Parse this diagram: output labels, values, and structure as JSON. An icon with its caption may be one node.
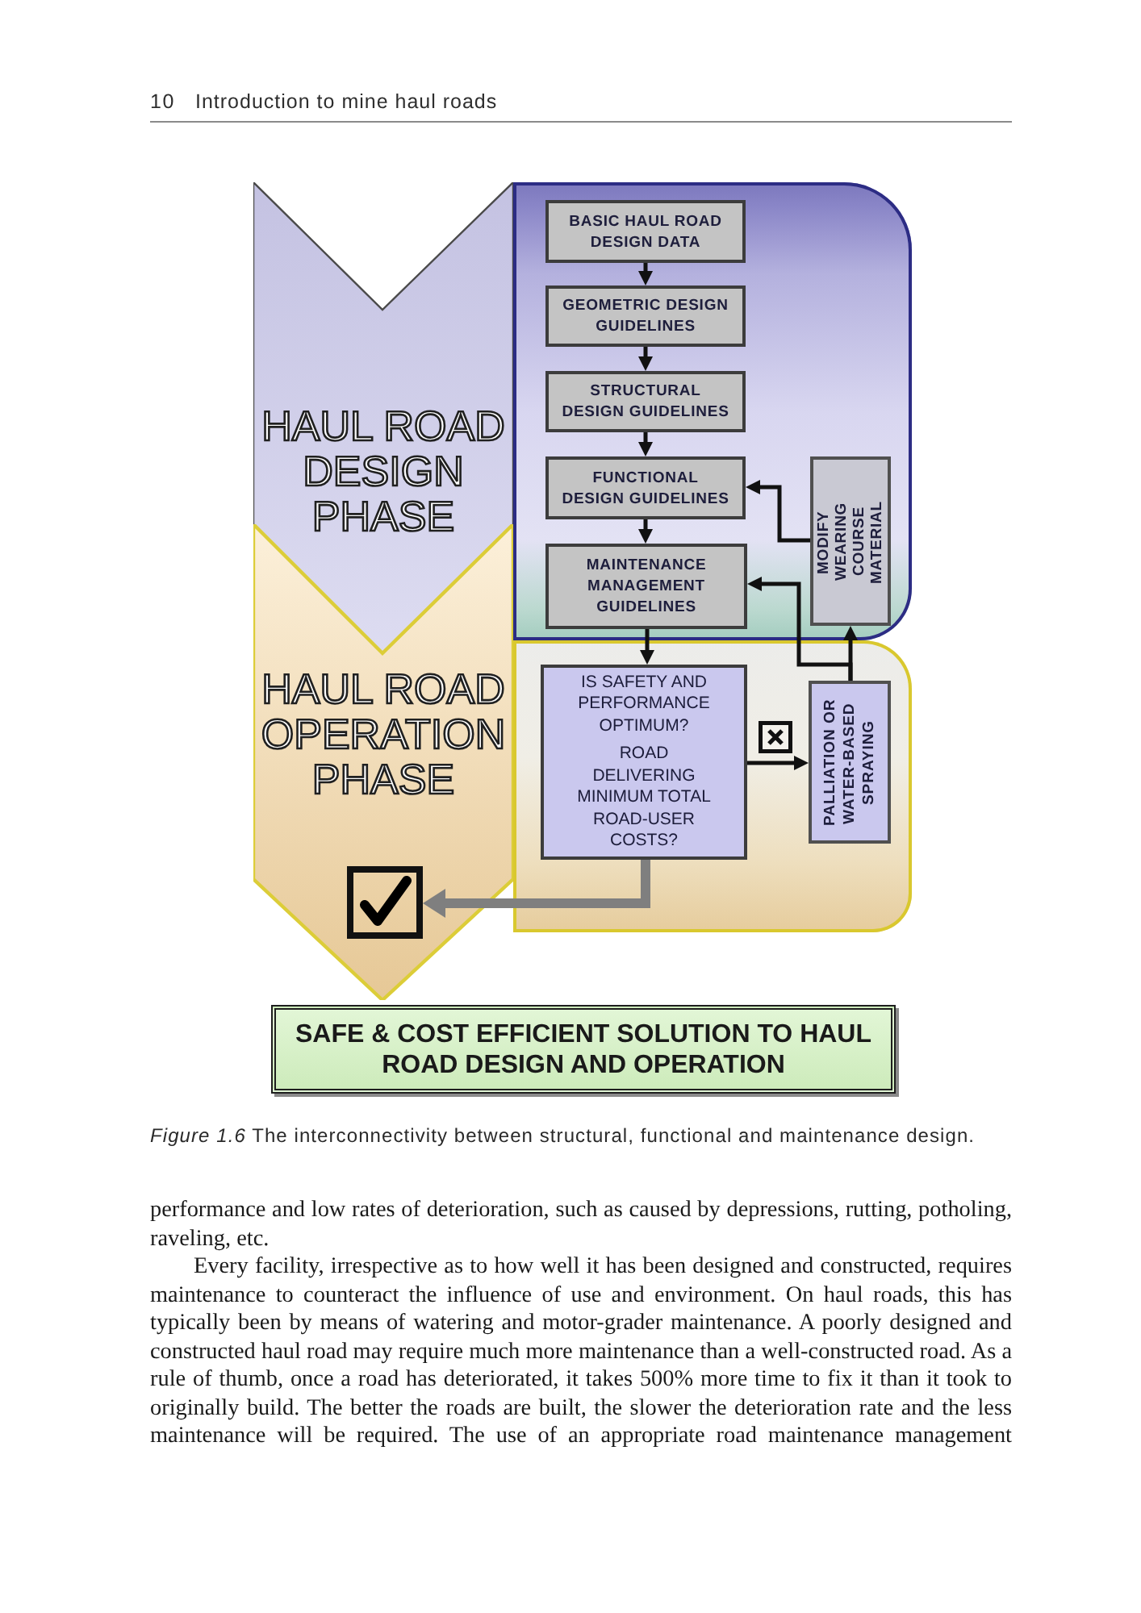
{
  "diagram": {
    "caption": "*Figure 1.6* The interconnectivity between structural, functional and maintenance design.",
    "nodes": [
      {
        "text": [
          "HAUL ROAD DESIGN PHASE"
        ]
      },
      {
        "text": [],
        "shape": "box"
      },
      {
        "text": [
          "BASIC HAUL ROAD DESIGN DATA"
        ],
        "in": 1
      },
      {
        "text": [
          "GEOMETRIC DESIGN GUIDELINES"
        ],
        "in": 1
      },
      {
        "text": [
          "STRUCTURAL DESIGN GUIDELINES"
        ],
        "in": 1
      },
      {
        "text": [
          "FUNCTIONAL DESIGN GUIDELINES"
        ],
        "in": 1
      },
      {
        "text": [
          "MODIFY WEARING COURSE MATERIAL"
        ],
        "in": 1
      },
      {
        "text": [
          "MAINTENANCE MANAGEMENT GUIDELINES"
        ],
        "in": 1
      },
      {
        "text": [
          "HAUL ROAD OPERATION PHASE"
        ]
      },
      {
        "text": [],
        "shape": "box"
      },
      {
        "text": [
          "IS SAFETY AND PERFORMANCE OPTIMUM?",
          "ROAD DELIVERING MINIMUM TOTAL ROAD-USER COSTS?"
        ],
        "in": 9
      },
      {
        "text": [
          "PALLIATION OR WATER-BASED SPRAYING"
        ],
        "in": 9
      },
      {
        "text": [],
        "shape": "box",
        "in": 8
      },
      {
        "text": [
          "SAFE & COST EFFICIENT SOLUTION TO HAUL ROAD DESIGN AND OPERATION"
        ]
      }
    ],
    "edges": [
      {
        "from": 2,
        "to": 3,
        "arrow": "to"
      },
      {
        "from": 3,
        "to": 4,
        "arrow": "to"
      },
      {
        "from": 4,
        "to": 5,
        "arrow": "to"
      },
      {
        "from": 5,
        "to": 7,
        "arrow": "to"
      },
      {
        "from": 7,
        "to": 10,
        "arrow": "to"
      },
      {
        "from": 10,
        "to": 11,
        "arrow": "to"
      },
      {
        "from": 11,
        "to": 6,
        "arrow": "to"
      },
      {
        "from": 11,
        "to": 7,
        "arrow": "to"
      },
      {
        "from": 6,
        "to": 5,
        "arrow": "to"
      },
      {
        "from": 10,
        "to": 12,
        "arrow": "to",
        "style": "thick",
        "color": "#7f7f7f"
      }
    ],
    "labels": [
      "10",
      "Introduction to mine haul roads",
      "performance and low rates of deterioration, such as caused by depressions, rutting, potholing, raveling, etc.",
      "Every facility, irrespective as to how well it has been designed and constructed, requires maintenance to counteract the influence of use and environment. On haul roads, this has typically been by means of watering and motor-grader maintenance. A poorly designed and constructed haul road may require much more maintenance than a well-constructed road. As a rule of thumb, once a road has deteriorated, it takes 500% more time to fix it than it took to originally build. The better the roads are built, the slower the deterioration rate and the less maintenance will be required. The use of an appropriate road maintenance management"
    ]
  }
}
